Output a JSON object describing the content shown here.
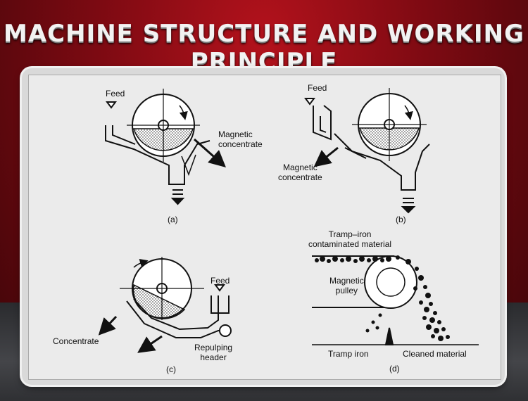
{
  "title": "MACHINE STRUCTURE AND WORKING PRINCIPLE",
  "diagram_a": {
    "feed": "Feed",
    "output": "Magnetic\nconcentrate",
    "caption": "(a)"
  },
  "diagram_b": {
    "feed": "Feed",
    "output": "Magnetic\nconcentrate",
    "caption": "(b)"
  },
  "diagram_c": {
    "feed": "Feed",
    "output": "Concentrate",
    "header": "Repulping\nheader",
    "caption": "(c)"
  },
  "diagram_d": {
    "top": "Tramp–iron\ncontaminated material",
    "pulley": "Magnetic\npulley",
    "left_out": "Tramp iron",
    "right_out": "Cleaned material",
    "caption": "(d)"
  }
}
